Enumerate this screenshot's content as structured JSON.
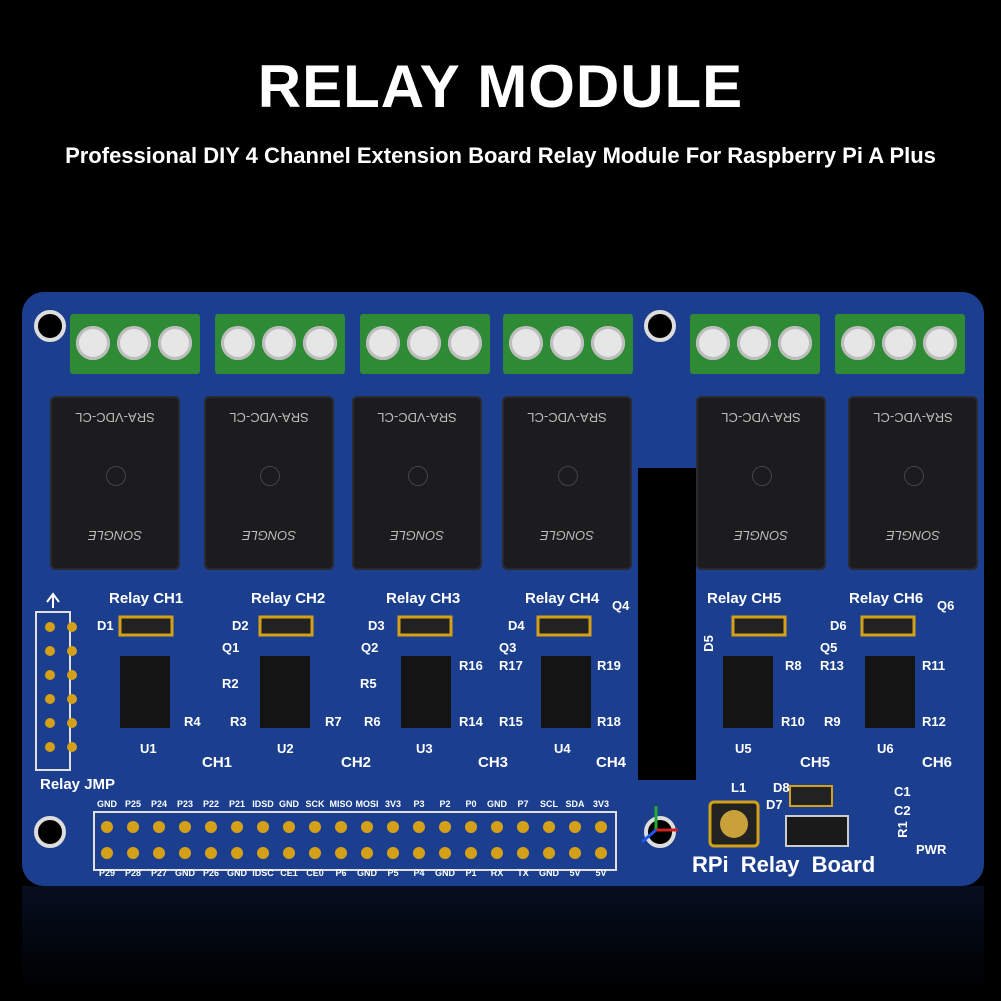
{
  "title": "RELAY MODULE",
  "subtitle": "Professional DIY 4 Channel Extension Board Relay Module For Raspberry Pi A Plus",
  "relays": [
    {
      "label": "Relay CH1",
      "body_text": "SRA-VDC-CL",
      "brand_text": "SONGLE"
    },
    {
      "label": "Relay CH2",
      "body_text": "SRA-VDC-CL",
      "brand_text": "SONGLE"
    },
    {
      "label": "Relay CH3",
      "body_text": "SRA-VDC-CL",
      "brand_text": "SONGLE"
    },
    {
      "label": "Relay CH4",
      "body_text": "SRA-VDC-CL",
      "brand_text": "SONGLE"
    },
    {
      "label": "Relay CH5",
      "body_text": "SRA-VDC-CL",
      "brand_text": "SONGLE"
    },
    {
      "label": "Relay CH6",
      "body_text": "SRA-VDC-CL",
      "brand_text": "SONGLE"
    }
  ],
  "channel_labels": [
    "CH1",
    "CH2",
    "CH3",
    "CH4",
    "CH5",
    "CH6"
  ],
  "ic_labels": [
    "U1",
    "U2",
    "U3",
    "U4",
    "U5",
    "U6"
  ],
  "diode_labels": [
    "D1",
    "D2",
    "D3",
    "D4",
    "D5",
    "D6"
  ],
  "transistor_labels": [
    "Q1",
    "Q2",
    "Q3",
    "Q4",
    "Q5",
    "Q6"
  ],
  "resistor_labels": [
    "R2",
    "R4",
    "R3",
    "R5",
    "R7",
    "R6",
    "R16",
    "R17",
    "R14",
    "R15",
    "R19",
    "R18",
    "R8",
    "R13",
    "R10",
    "R9",
    "R11",
    "R12"
  ],
  "jumper_label": "Relay JMP",
  "pins_top": [
    "GND",
    "P25",
    "P24",
    "P23",
    "P22",
    "P21",
    "IDSD",
    "GND",
    "SCK",
    "MISO",
    "MOSI",
    "3V3",
    "P3",
    "P2",
    "P0",
    "GND",
    "P7",
    "SCL",
    "SDA",
    "3V3"
  ],
  "pins_bottom": [
    "P29",
    "P28",
    "P27",
    "GND",
    "P26",
    "GND",
    "IDSC",
    "CE1",
    "CE0",
    "P6",
    "GND",
    "P5",
    "P4",
    "GND",
    "P1",
    "RX",
    "TX",
    "GND",
    "5V",
    "5V"
  ],
  "power_labels": {
    "inductor": "L1",
    "d8": "D8",
    "d7": "D7",
    "c1": "C1",
    "c2": "C2",
    "r1": "R1",
    "pwr": "PWR"
  },
  "board_name": "RPi Relay Board",
  "colors": {
    "pcb": "#1b3f8e",
    "terminal": "#2f8a35",
    "relay": "#1c1c1e",
    "pad": "#d4a017"
  }
}
